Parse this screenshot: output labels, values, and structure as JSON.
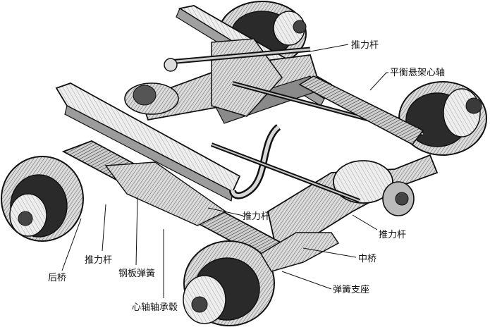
{
  "labels": {
    "upper_push_rod": "推力杆",
    "balance_axle": "平衡悬架心轴",
    "center_push_rod": "推力杆",
    "right_push_rod": "推力杆",
    "middle_axle": "中桥",
    "spring_seat": "弹簧支座",
    "bottom_push_rod": "推力杆",
    "leaf_spring": "钢板弹簧",
    "rear_axle": "后桥",
    "hub_bearing": "心轴轴承毂"
  }
}
